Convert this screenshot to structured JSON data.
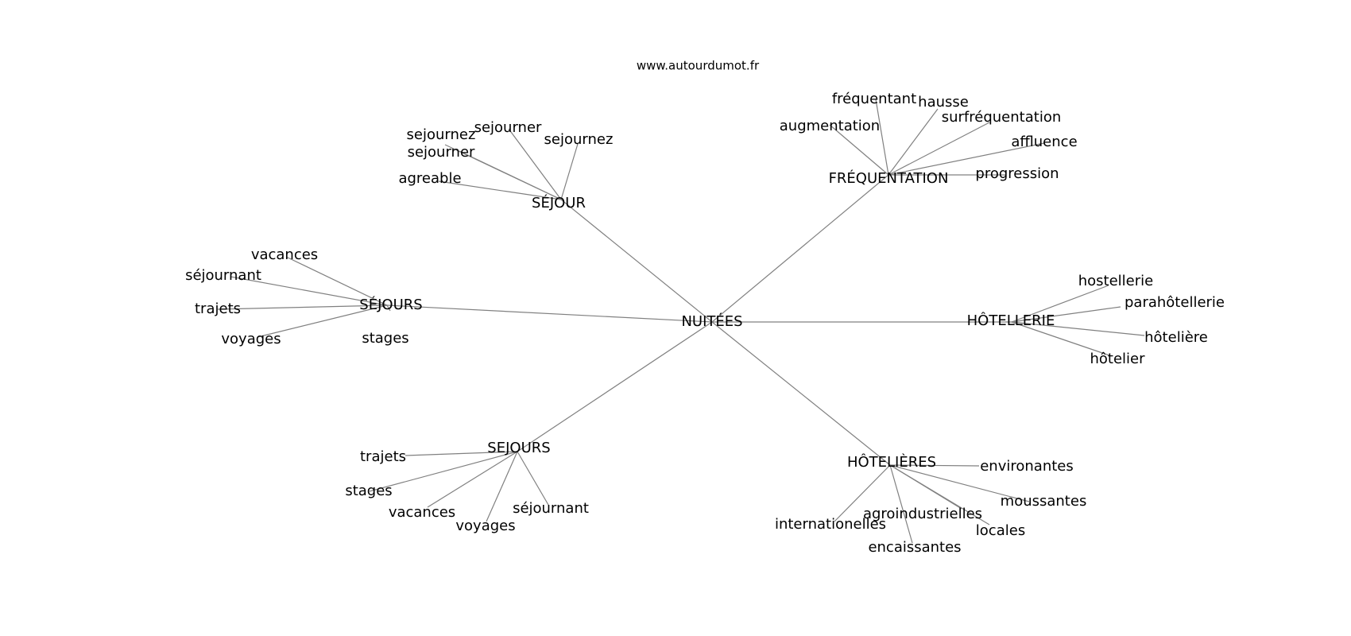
{
  "source": "www.autourdumot.fr",
  "center": "NUITÉES",
  "clusters": [
    {
      "hub": "SÉJOUR",
      "words": [
        "sejournez",
        "sejourner",
        "sejourner",
        "sejournez",
        "agreable"
      ]
    },
    {
      "hub": "FRÉQUENTATION",
      "words": [
        "fréquentant",
        "hausse",
        "augmentation",
        "surfréquentation",
        "affluence",
        "progression"
      ]
    },
    {
      "hub": "SÉJOURS",
      "words": [
        "vacances",
        "séjournant",
        "trajets",
        "voyages",
        "stages"
      ]
    },
    {
      "hub": "HÔTELLERIE",
      "words": [
        "hostellerie",
        "parahôtellerie",
        "hôtelière",
        "hôtelier"
      ]
    },
    {
      "hub": "SEJOURS",
      "words": [
        "trajets",
        "stages",
        "vacances",
        "voyages",
        "séjournant"
      ]
    },
    {
      "hub": "HÔTELIÈRES",
      "words": [
        "environantes",
        "moussantes",
        "agroindustrielles",
        "internationelles",
        "locales",
        "encaissantes"
      ]
    }
  ]
}
